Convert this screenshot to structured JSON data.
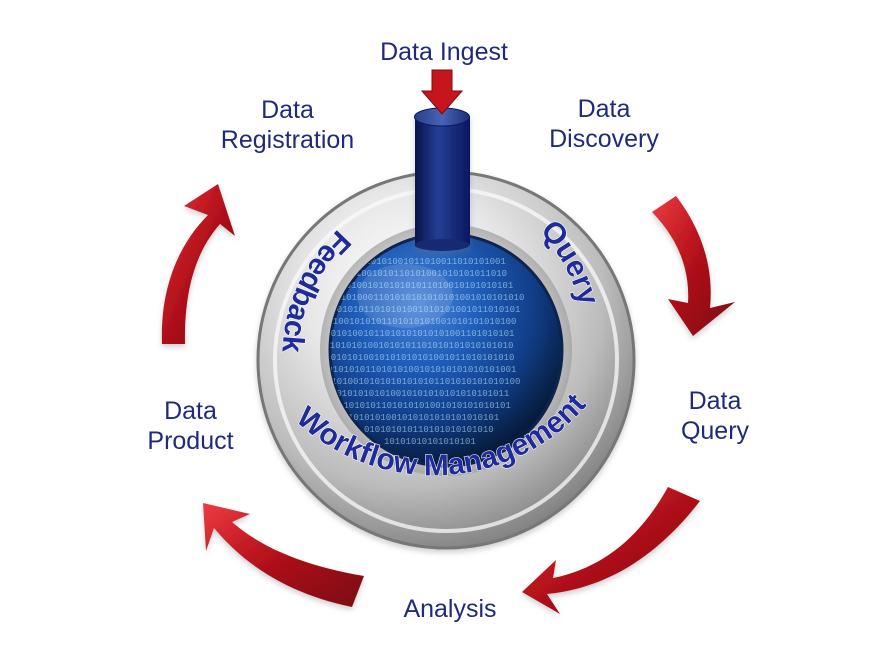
{
  "labels": {
    "data_ingest": "Data Ingest",
    "data_registration": {
      "line1": "Data",
      "line2": "Registration"
    },
    "data_discovery": {
      "line1": "Data",
      "line2": "Discovery"
    },
    "data_query": {
      "line1": "Data",
      "line2": "Query"
    },
    "analysis": "Analysis",
    "data_product": {
      "line1": "Data",
      "line2": "Product"
    }
  },
  "ring_labels": {
    "feedback": "Feedback",
    "query": "Query",
    "workflow": "Workflow Management"
  },
  "colors": {
    "label_text": "#1f2b7a",
    "ring_text": "#1f2b9a",
    "arrow_red": "#b5121b",
    "pipe_blue": "#142a73"
  },
  "icons": {
    "cycle_arrows": "red-curved-arrow",
    "ingest_arrow": "red-down-arrow",
    "center_sphere": "binary-data-sphere"
  }
}
